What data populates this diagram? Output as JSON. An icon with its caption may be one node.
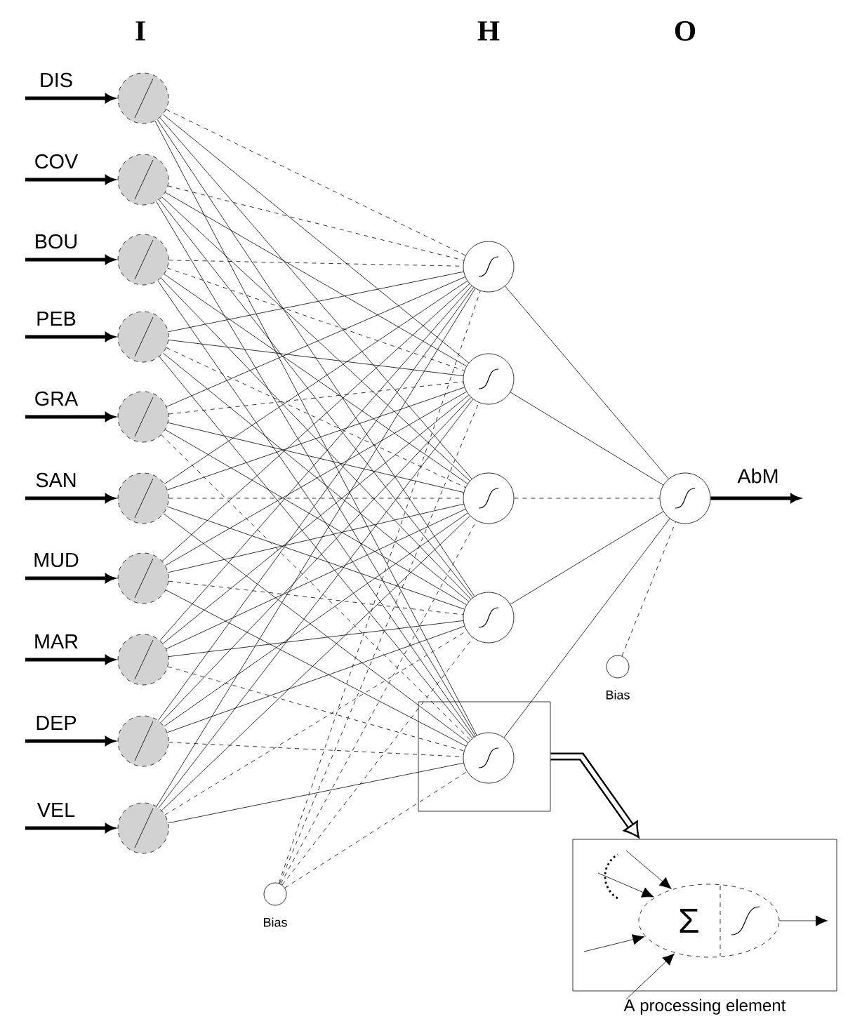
{
  "diagram": {
    "nodes": [
      {
        "text": [],
        "shape": "circle"
      },
      {
        "text": [],
        "shape": "circle"
      },
      {
        "text": [],
        "shape": "circle"
      },
      {
        "text": [],
        "shape": "circle"
      },
      {
        "text": [],
        "shape": "circle"
      },
      {
        "text": [],
        "shape": "circle"
      },
      {
        "text": [],
        "shape": "circle"
      },
      {
        "text": [],
        "shape": "circle"
      },
      {
        "text": [],
        "shape": "circle"
      },
      {
        "text": [],
        "shape": "circle"
      },
      {
        "text": [],
        "shape": "circle"
      },
      {
        "text": [],
        "shape": "circle"
      },
      {
        "text": [],
        "shape": "circle"
      },
      {
        "text": [],
        "shape": "circle"
      },
      {
        "text": [],
        "shape": "box"
      },
      {
        "text": [],
        "shape": "circle",
        "in": 14
      },
      {
        "text": [],
        "shape": "circle"
      },
      {
        "text": [],
        "shape": "circle",
        "beside": [
          "Bias"
        ]
      },
      {
        "text": [],
        "shape": "circle",
        "beside": [
          "Bias"
        ]
      },
      {
        "text": [
          "A processing element"
        ]
      },
      {
        "text": [
          "Σ"
        ],
        "in": 19
      }
    ],
    "edges": [
      {
        "from": null,
        "to": 0,
        "arrow": "to",
        "label": "DIS",
        "style": "thick"
      },
      {
        "from": null,
        "to": 1,
        "arrow": "to",
        "label": "COV",
        "style": "thick"
      },
      {
        "from": null,
        "to": 2,
        "arrow": "to",
        "label": "BOU",
        "style": "thick"
      },
      {
        "from": null,
        "to": 3,
        "arrow": "to",
        "label": "PEB",
        "style": "thick"
      },
      {
        "from": null,
        "to": 4,
        "arrow": "to",
        "label": "GRA",
        "style": "thick"
      },
      {
        "from": null,
        "to": 5,
        "arrow": "to",
        "label": "SAN",
        "style": "thick"
      },
      {
        "from": null,
        "to": 6,
        "arrow": "to",
        "label": "MUD",
        "style": "thick"
      },
      {
        "from": null,
        "to": 7,
        "arrow": "to",
        "label": "MAR",
        "style": "thick"
      },
      {
        "from": null,
        "to": 8,
        "arrow": "to",
        "label": "DEP",
        "style": "thick"
      },
      {
        "from": null,
        "to": 9,
        "arrow": "to",
        "label": "VEL",
        "style": "thick"
      },
      {
        "from": 0,
        "to": 10,
        "arrow": "none",
        "style": "dashed"
      },
      {
        "from": 0,
        "to": 11,
        "arrow": "none"
      },
      {
        "from": 0,
        "to": 12,
        "arrow": "none"
      },
      {
        "from": 0,
        "to": 13,
        "arrow": "none"
      },
      {
        "from": 0,
        "to": 15,
        "arrow": "none"
      },
      {
        "from": 1,
        "to": 10,
        "arrow": "none",
        "style": "dashed"
      },
      {
        "from": 1,
        "to": 11,
        "arrow": "none"
      },
      {
        "from": 1,
        "to": 12,
        "arrow": "none"
      },
      {
        "from": 1,
        "to": 13,
        "arrow": "none"
      },
      {
        "from": 1,
        "to": 15,
        "arrow": "none"
      },
      {
        "from": 2,
        "to": 10,
        "arrow": "none",
        "style": "dashed"
      },
      {
        "from": 2,
        "to": 11,
        "arrow": "none",
        "style": "dashed"
      },
      {
        "from": 2,
        "to": 12,
        "arrow": "none"
      },
      {
        "from": 2,
        "to": 13,
        "arrow": "none"
      },
      {
        "from": 2,
        "to": 15,
        "arrow": "none"
      },
      {
        "from": 3,
        "to": 10,
        "arrow": "none"
      },
      {
        "from": 3,
        "to": 11,
        "arrow": "none"
      },
      {
        "from": 3,
        "to": 12,
        "arrow": "none",
        "style": "dashed"
      },
      {
        "from": 3,
        "to": 13,
        "arrow": "none"
      },
      {
        "from": 3,
        "to": 15,
        "arrow": "none"
      },
      {
        "from": 4,
        "to": 10,
        "arrow": "none"
      },
      {
        "from": 4,
        "to": 11,
        "arrow": "none",
        "style": "dashed"
      },
      {
        "from": 4,
        "to": 12,
        "arrow": "none"
      },
      {
        "from": 4,
        "to": 13,
        "arrow": "none"
      },
      {
        "from": 4,
        "to": 15,
        "arrow": "none",
        "style": "dashed"
      },
      {
        "from": 5,
        "to": 10,
        "arrow": "none"
      },
      {
        "from": 5,
        "to": 11,
        "arrow": "none"
      },
      {
        "from": 5,
        "to": 12,
        "arrow": "none",
        "style": "dashed"
      },
      {
        "from": 5,
        "to": 13,
        "arrow": "none"
      },
      {
        "from": 5,
        "to": 15,
        "arrow": "none"
      },
      {
        "from": 6,
        "to": 10,
        "arrow": "none"
      },
      {
        "from": 6,
        "to": 11,
        "arrow": "none"
      },
      {
        "from": 6,
        "to": 12,
        "arrow": "none"
      },
      {
        "from": 6,
        "to": 13,
        "arrow": "none",
        "style": "dashed"
      },
      {
        "from": 6,
        "to": 15,
        "arrow": "none"
      },
      {
        "from": 7,
        "to": 10,
        "arrow": "none"
      },
      {
        "from": 7,
        "to": 11,
        "arrow": "none"
      },
      {
        "from": 7,
        "to": 12,
        "arrow": "none"
      },
      {
        "from": 7,
        "to": 13,
        "arrow": "none"
      },
      {
        "from": 7,
        "to": 15,
        "arrow": "none",
        "style": "dashed"
      },
      {
        "from": 8,
        "to": 10,
        "arrow": "none"
      },
      {
        "from": 8,
        "to": 11,
        "arrow": "none"
      },
      {
        "from": 8,
        "to": 12,
        "arrow": "none"
      },
      {
        "from": 8,
        "to": 13,
        "arrow": "none"
      },
      {
        "from": 8,
        "to": 15,
        "arrow": "none",
        "style": "dashed"
      },
      {
        "from": 9,
        "to": 10,
        "arrow": "none"
      },
      {
        "from": 9,
        "to": 11,
        "arrow": "none"
      },
      {
        "from": 9,
        "to": 12,
        "arrow": "none"
      },
      {
        "from": 9,
        "to": 13,
        "arrow": "none",
        "style": "dashed"
      },
      {
        "from": 9,
        "to": 15,
        "arrow": "none"
      },
      {
        "from": 18,
        "to": 10,
        "arrow": "none",
        "style": "dashed"
      },
      {
        "from": 18,
        "to": 11,
        "arrow": "none",
        "style": "dashed"
      },
      {
        "from": 18,
        "to": 12,
        "arrow": "none",
        "style": "dashed"
      },
      {
        "from": 18,
        "to": 13,
        "arrow": "none",
        "style": "dashed"
      },
      {
        "from": 18,
        "to": 15,
        "arrow": "none",
        "style": "dashed"
      },
      {
        "from": 10,
        "to": 16,
        "arrow": "none"
      },
      {
        "from": 11,
        "to": 16,
        "arrow": "none"
      },
      {
        "from": 12,
        "to": 16,
        "arrow": "none",
        "style": "dashed"
      },
      {
        "from": 13,
        "to": 16,
        "arrow": "none"
      },
      {
        "from": 15,
        "to": 16,
        "arrow": "none"
      },
      {
        "from": 17,
        "to": 16,
        "arrow": "none",
        "style": "dashed"
      },
      {
        "from": 16,
        "to": null,
        "arrow": "to",
        "label": "AbM",
        "style": "thick"
      },
      {
        "from": 14,
        "to": 19,
        "arrow": "to",
        "style": "thick"
      },
      {
        "from": null,
        "to": 20,
        "arrow": "to"
      },
      {
        "from": null,
        "to": 20,
        "arrow": "to"
      },
      {
        "from": null,
        "to": 20,
        "arrow": "to"
      },
      {
        "from": null,
        "to": 20,
        "arrow": "to"
      },
      {
        "from": 20,
        "to": null,
        "arrow": "to"
      }
    ],
    "labels": [
      "I",
      "H",
      "O"
    ]
  }
}
